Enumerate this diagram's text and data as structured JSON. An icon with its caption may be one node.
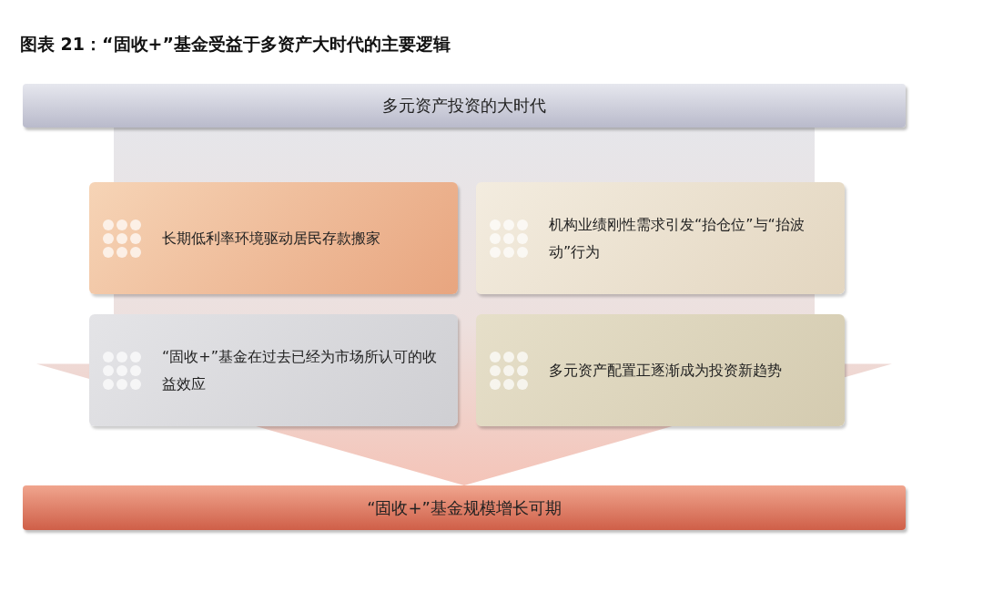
{
  "diagram": {
    "title": "图表 21：“固收+”基金受益于多资产大时代的主要逻辑",
    "nodes": [
      {
        "text": [
          "多元资产投资的大时代"
        ]
      },
      {
        "text": [
          "长期低利率环境驱动居民存款搬家"
        ]
      },
      {
        "text": [
          "机构业绩刚性需求引发“抬仓位”与“抬波动”行为"
        ]
      },
      {
        "text": [
          "“固收+”基金在过去已经为市场所认可的收益效应"
        ]
      },
      {
        "text": [
          "多元资产配置正逐渐成为投资新趋势"
        ]
      },
      {
        "text": [
          "“固收+”基金规模增长可期"
        ]
      }
    ],
    "edges": [
      {
        "from": 0,
        "to": 5,
        "arrow": "to"
      }
    ]
  }
}
